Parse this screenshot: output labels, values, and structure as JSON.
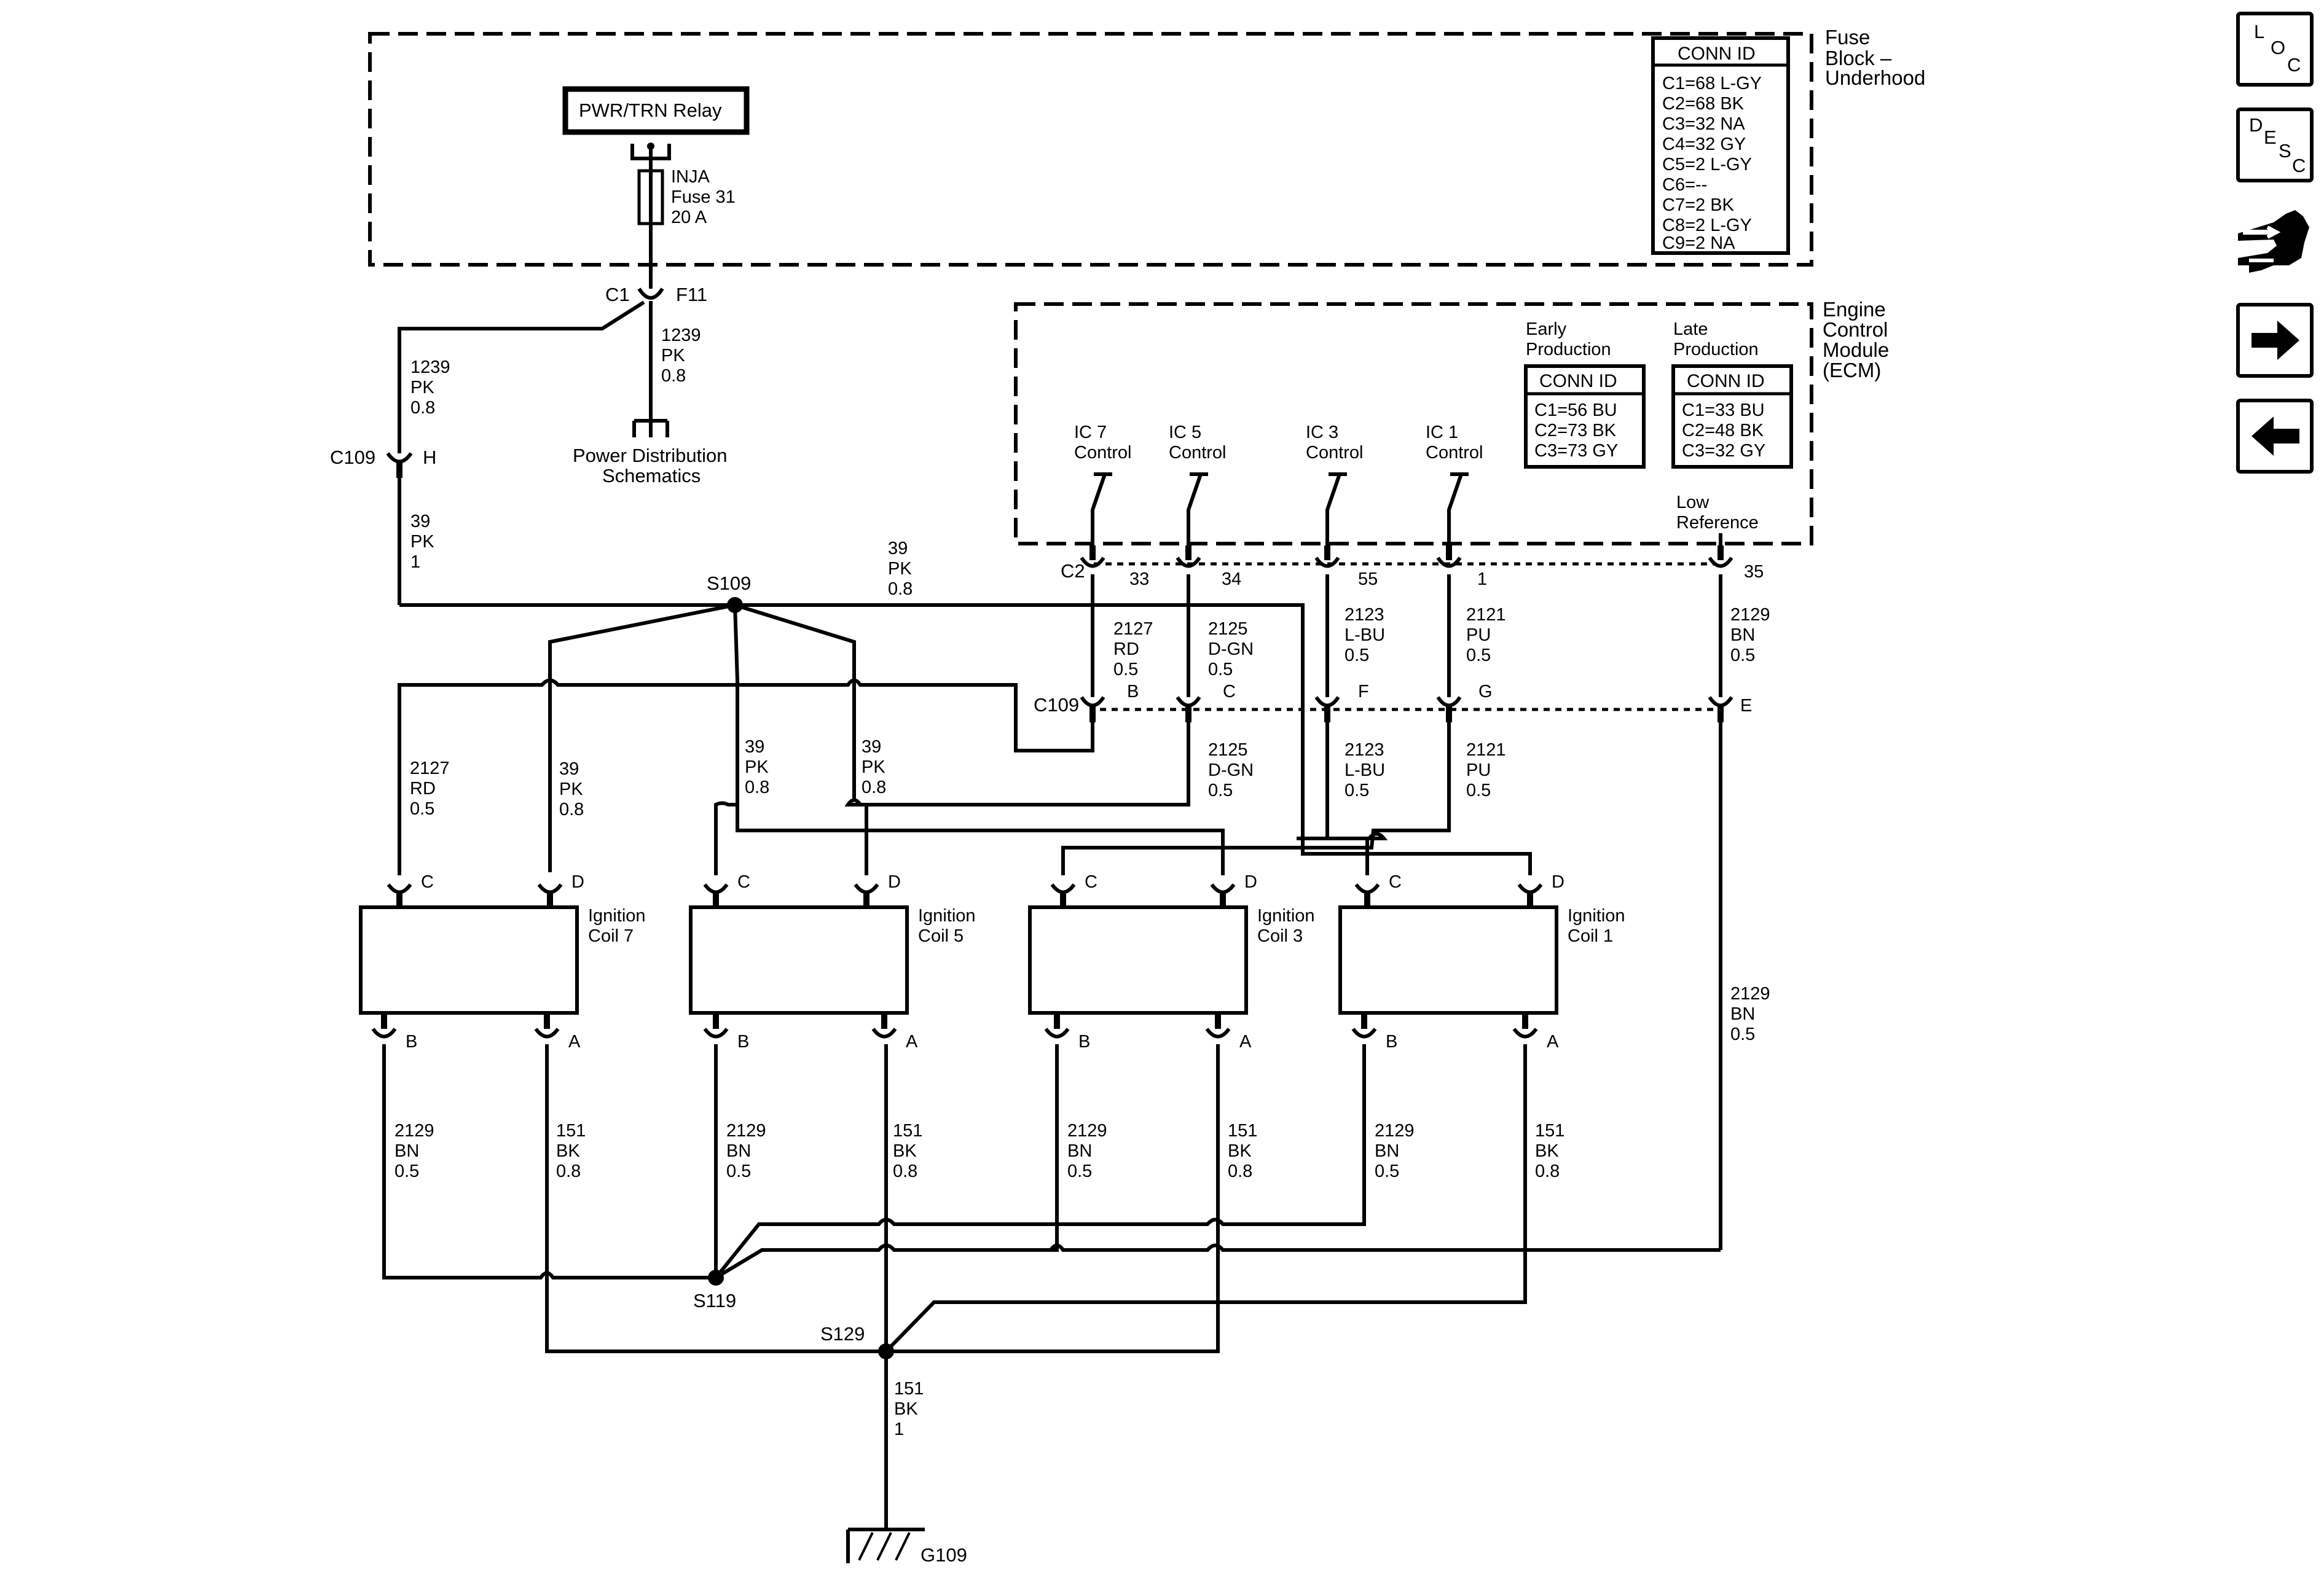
{
  "fuse_block": {
    "title": [
      "Fuse",
      "Block –",
      "Underhood"
    ],
    "conn_id_header": "CONN ID",
    "conn_ids": [
      "C1=68 L-GY",
      "C2=68 BK",
      "C3=32 NA",
      "C4=32 GY",
      "C5=2 L-GY",
      "C6=--",
      "C7=2 BK",
      "C8=2 L-GY",
      "C9=2 NA"
    ],
    "relay_label": "PWR/TRN Relay",
    "fuse_label": [
      "INJA",
      "Fuse 31",
      "20 A"
    ],
    "connector_c1": "C1",
    "terminal_f11": "F11"
  },
  "ecm": {
    "title": [
      "Engine",
      "Control",
      "Module",
      "(ECM)"
    ],
    "early": {
      "title": [
        "Early",
        "Production"
      ],
      "header": "CONN ID",
      "rows": [
        "C1=56 BU",
        "C2=73 BK",
        "C3=73 GY"
      ]
    },
    "late": {
      "title": [
        "Late",
        "Production"
      ],
      "header": "CONN ID",
      "rows": [
        "C1=33 BU",
        "C2=48 BK",
        "C3=32 GY"
      ]
    },
    "controls": [
      {
        "line1": "IC 7",
        "line2": "Control",
        "pin": "33"
      },
      {
        "line1": "IC 5",
        "line2": "Control",
        "pin": "34"
      },
      {
        "line1": "IC 3",
        "line2": "Control",
        "pin": "55"
      },
      {
        "line1": "IC 1",
        "line2": "Control",
        "pin": "1"
      }
    ],
    "low_ref": {
      "line1": "Low",
      "line2": "Reference",
      "pin": "35"
    },
    "connector_c2": "C2"
  },
  "power_dist": [
    "Power Distribution",
    "Schematics"
  ],
  "wires": {
    "w1239_left": [
      "1239",
      "PK",
      "0.8"
    ],
    "w1239_right": [
      "1239",
      "PK",
      "0.8"
    ],
    "w39_vert": [
      "39",
      "PK",
      "1"
    ],
    "w39_top": [
      "39",
      "PK",
      "0.8"
    ],
    "w39_a": [
      "39",
      "PK",
      "0.8"
    ],
    "w39_b": [
      "39",
      "PK",
      "0.8"
    ],
    "w39_c": [
      "39",
      "PK",
      "0.8"
    ],
    "w2127_up": [
      "2127",
      "RD",
      "0.5"
    ],
    "w2125_up": [
      "2125",
      "D-GN",
      "0.5"
    ],
    "w2123_up": [
      "2123",
      "L-BU",
      "0.5"
    ],
    "w2121_up": [
      "2121",
      "PU",
      "0.5"
    ],
    "w2129_up": [
      "2129",
      "BN",
      "0.5"
    ],
    "w2127_low": [
      "2127",
      "RD",
      "0.5"
    ],
    "w2125_low": [
      "2125",
      "D-GN",
      "0.5"
    ],
    "w2123_low": [
      "2123",
      "L-BU",
      "0.5"
    ],
    "w2121_low": [
      "2121",
      "PU",
      "0.5"
    ],
    "w2129_right": [
      "2129",
      "BN",
      "0.5"
    ],
    "w151_main": [
      "151",
      "BK",
      "1"
    ]
  },
  "connectors": {
    "c109_upper": "C109",
    "c109_upper_pin": "H",
    "c109_lower": "C109",
    "c109_lower_pins": [
      "B",
      "C",
      "F",
      "G",
      "E"
    ]
  },
  "splices": {
    "s109": "S109",
    "s119": "S119",
    "s129": "S129"
  },
  "ground": "G109",
  "coils": [
    {
      "name": [
        "Ignition",
        "Coil 7"
      ],
      "pins": [
        "C",
        "D",
        "B",
        "A"
      ],
      "low_left": [
        "2129",
        "BN",
        "0.5"
      ],
      "low_right": [
        "151",
        "BK",
        "0.8"
      ]
    },
    {
      "name": [
        "Ignition",
        "Coil 5"
      ],
      "pins": [
        "C",
        "D",
        "B",
        "A"
      ],
      "low_left": [
        "2129",
        "BN",
        "0.5"
      ],
      "low_right": [
        "151",
        "BK",
        "0.8"
      ]
    },
    {
      "name": [
        "Ignition",
        "Coil 3"
      ],
      "pins": [
        "C",
        "D",
        "B",
        "A"
      ],
      "low_left": [
        "2129",
        "BN",
        "0.5"
      ],
      "low_right": [
        "151",
        "BK",
        "0.8"
      ]
    },
    {
      "name": [
        "Ignition",
        "Coil 1"
      ],
      "pins": [
        "C",
        "D",
        "B",
        "A"
      ],
      "low_left": [
        "2129",
        "BN",
        "0.5"
      ],
      "low_right": [
        "151",
        "BK",
        "0.8"
      ]
    }
  ],
  "nav": {
    "loc": [
      "L",
      "O",
      "C"
    ],
    "desc": [
      "D",
      "E",
      "S",
      "C"
    ],
    "connector_icon": "connector-wrench-icon",
    "next_icon": "arrow-right-icon",
    "prev_icon": "arrow-left-icon"
  }
}
